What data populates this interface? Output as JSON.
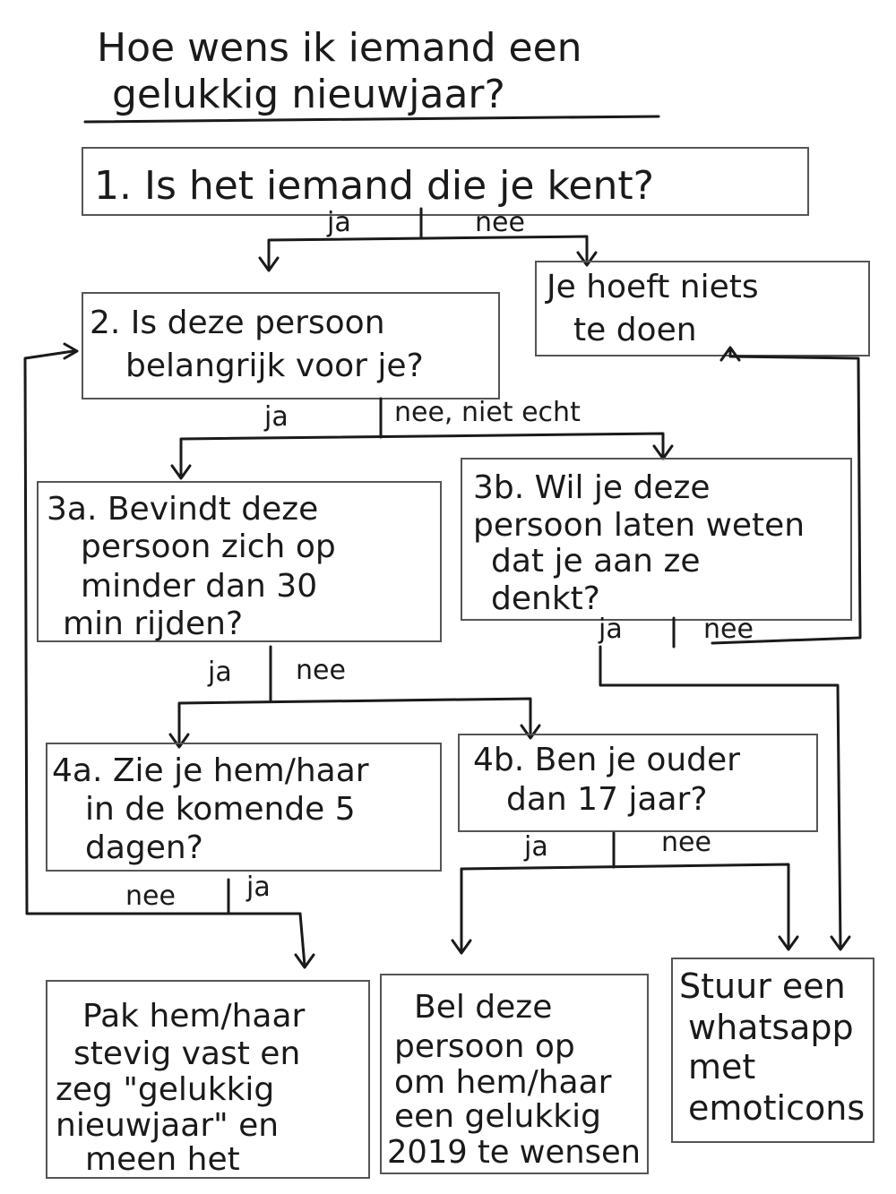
{
  "title": [
    "Hoe wens ik iemand een",
    "gelukkig nieuwjaar?"
  ],
  "q1": "1. Is het iemand die je kent?",
  "q2": [
    "2. Is deze persoon",
    "belangrijk voor je?"
  ],
  "no_action": [
    "Je hoeft niets",
    "te doen"
  ],
  "q3a": [
    "3a. Bevindt deze",
    "persoon zich op",
    "minder dan 30",
    "min rijden?"
  ],
  "q3b": [
    "3b. Wil je deze",
    "persoon laten weten",
    "dat je aan ze",
    "denkt?"
  ],
  "q4a": [
    "4a. Zie je hem/haar",
    "in de komende 5",
    "dagen?"
  ],
  "q4b": [
    "4b. Ben je ouder",
    "dan 17 jaar?"
  ],
  "end_hug": [
    "Pak hem/haar",
    "stevig vast en",
    "zeg \"gelukkig",
    "nieuwjaar\" en",
    "meen het"
  ],
  "end_call": [
    "Bel deze",
    "persoon op",
    "om hem/haar",
    "een gelukkig",
    "2019 te wensen"
  ],
  "end_whatsapp": [
    "Stuur een",
    "whatsapp",
    "met",
    "emoticons"
  ],
  "labels": {
    "q1_yes": "ja",
    "q1_no": "nee",
    "q2_yes": "ja",
    "q2_no": "nee, niet echt",
    "q3a_yes": "ja",
    "q3a_no": "nee",
    "q3b_yes": "ja",
    "q3b_no": "nee",
    "q4a_no": "nee",
    "q4a_yes": "ja",
    "q4b_yes": "ja",
    "q4b_no": "nee"
  }
}
